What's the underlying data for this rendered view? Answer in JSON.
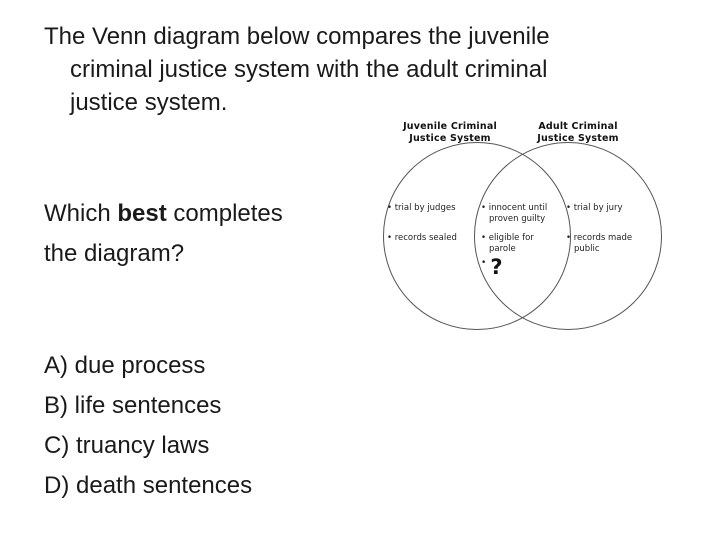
{
  "slide": {
    "intro_lines": [
      "The Venn diagram below compares the juvenile",
      "criminal justice system with the adult criminal",
      "justice system."
    ],
    "question": {
      "prefix": "Which ",
      "bold": "best",
      "suffix": " completes",
      "line2": "the diagram?"
    },
    "options": [
      "A) due process",
      "B) life sentences",
      "C) truancy laws",
      "D) death sentences"
    ]
  },
  "venn": {
    "left_title": "Juvenile Criminal\nJustice System",
    "right_title": "Adult Criminal\nJustice System",
    "left_items": [
      "• trial by judges",
      "• records sealed"
    ],
    "center_items": [
      "• innocent until\nproven guilty",
      "• eligible for\nparole"
    ],
    "center_bullet": "•",
    "question_mark": "?",
    "right_items": [
      "• trial by jury",
      "• records made\npublic"
    ]
  },
  "colors": {
    "background": "#ffffff",
    "text": "#1a1a1a",
    "circle_outline": "#555555"
  }
}
